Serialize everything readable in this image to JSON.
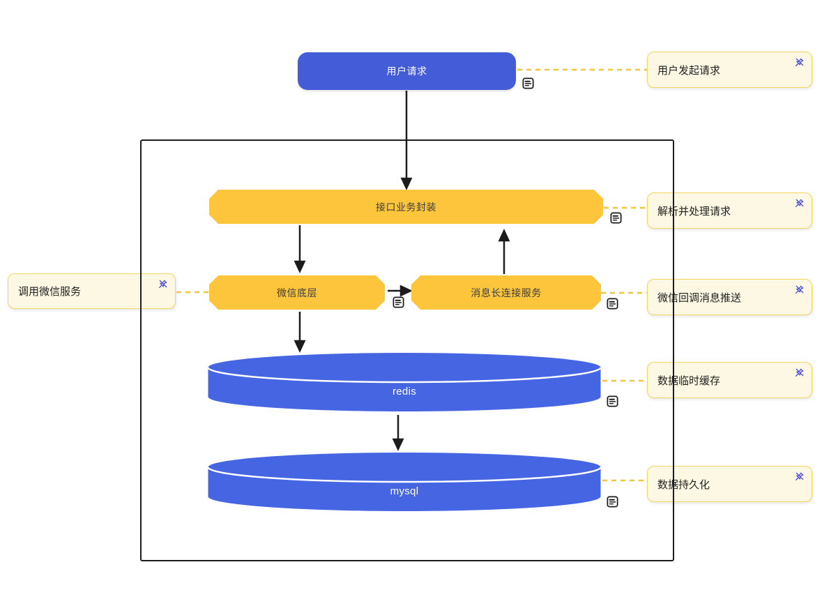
{
  "colors": {
    "node_blue": "#445cd8",
    "cylinder_blue": "#4565e2",
    "node_orange": "#fdc53c",
    "note_bg": "#fcf8e3",
    "note_border": "#f1d75f",
    "dashed_connector": "#f0c63e",
    "pin_icon": "#5053d8",
    "line_black": "#1c1c1c"
  },
  "icons": {
    "comment": "document-lines-icon",
    "pin": "pin-slash-icon"
  },
  "nodes": {
    "user_request": {
      "label": "用户请求"
    },
    "api_wrapper": {
      "label": "接口业务封装"
    },
    "wechat_base": {
      "label": "微信底层"
    },
    "msg_service": {
      "label": "消息长连接服务"
    },
    "redis": {
      "label": "redis"
    },
    "mysql": {
      "label": "mysql"
    }
  },
  "annotations": {
    "left": {
      "label": "调用微信服务"
    },
    "right": [
      {
        "label": "用户发起请求"
      },
      {
        "label": "解析并处理请求"
      },
      {
        "label": "微信回调消息推送"
      },
      {
        "label": "数据临时缓存"
      },
      {
        "label": "数据持久化"
      }
    ]
  }
}
